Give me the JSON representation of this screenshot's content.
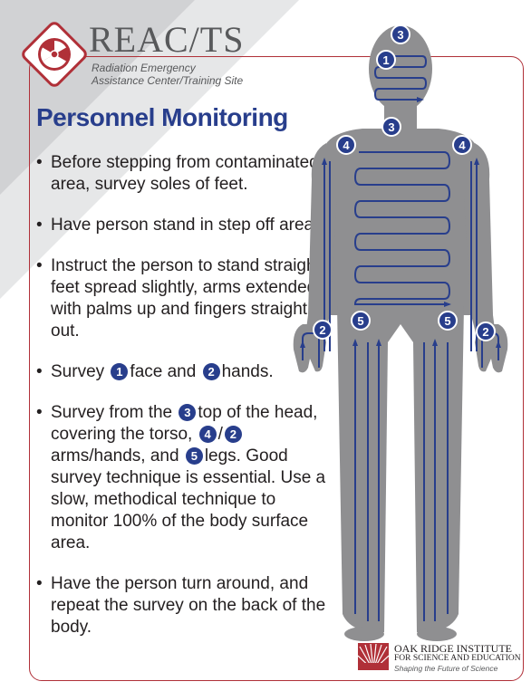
{
  "brand": {
    "title": "REAC/TS",
    "subtitle_line1": "Radiation Emergency",
    "subtitle_line2": "Assistance Center/Training Site"
  },
  "page_title": "Personnel Monitoring",
  "bullets": {
    "b1": "Before stepping from contaminated area, survey soles of feet.",
    "b2": "Have person stand in step off area.",
    "b3": "Instruct the person to stand straight, feet spread slightly, arms extended with palms up and fingers straight out.",
    "b4": {
      "pre": "Survey ",
      "n1": "1",
      "mid": "face and ",
      "n2": "2",
      "post": "hands."
    },
    "b5": {
      "pre": "Survey from the ",
      "n3": "3",
      "mid1": "top of the head, covering the torso, ",
      "n4": "4",
      "slash": "/",
      "n2": "2",
      "mid2": "arms/hands, and ",
      "n5": "5",
      "post": "legs. Good survey technique is essential. Use a slow, methodical technique to monitor 100% of the body surface area."
    },
    "b6": "Have the person turn around, and repeat the survey on the back of the body."
  },
  "figure_labels": {
    "head_top": "3",
    "face": "1",
    "torso": "3",
    "arm_right": "4",
    "arm_left": "4",
    "hand_right": "2",
    "hand_left": "2",
    "leg_right": "5",
    "leg_left": "5"
  },
  "footer": {
    "org_name": "OAK RIDGE INSTITUTE",
    "org_sub": "FOR SCIENCE AND EDUCATION",
    "tagline": "Shaping the Future of Science"
  },
  "colors": {
    "accent_red": "#b03038",
    "navy": "#283e8c",
    "body_gray": "#8f8f91",
    "stripe_gray": "#d4d5d6"
  }
}
